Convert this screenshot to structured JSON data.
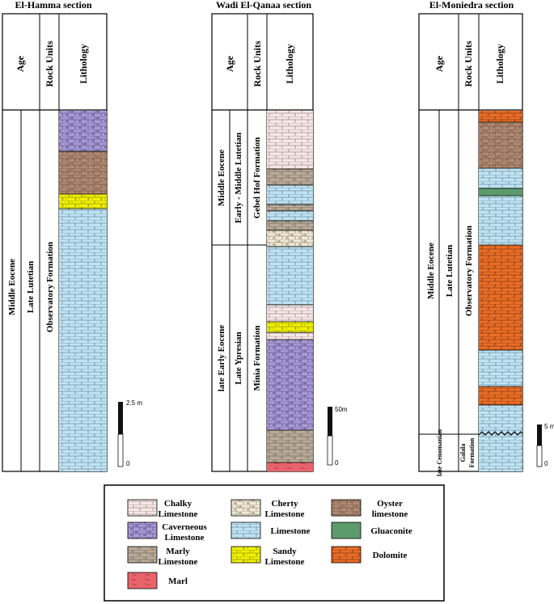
{
  "sections": [
    {
      "title": "El-Hamma section",
      "headers": {
        "age": "Age",
        "rock_units": "Rock Units",
        "lithology": "Lithology"
      },
      "age_main": "Middle Eocene",
      "age_sub": "Late Lutetian",
      "formation": "Observatory Formation",
      "scale": {
        "top": "2.5 m",
        "bottom": "0"
      }
    },
    {
      "title": "Wadi El-Qanaa section",
      "headers": {
        "age": "Age",
        "rock_units": "Rock Units",
        "lithology": "Lithology"
      },
      "upper": {
        "age_main": "Middle Eocene",
        "age_sub": "Early - Middle Lutetian",
        "formation": "Gebel Hof Formation"
      },
      "lower": {
        "age_main": "late Early Eocene",
        "age_sub": "Late Ypresian",
        "formation": "Minia Formation"
      },
      "scale": {
        "top": "50m",
        "bottom": "0"
      }
    },
    {
      "title": "El-Moniedra section",
      "headers": {
        "age": "Age",
        "rock_units": "Rock Units",
        "lithology": "Lithology"
      },
      "age_main": "Middle Eocene",
      "age_sub": "Late Lutetian",
      "formation": "Observatory Formation",
      "bottom_age": "late Cenomanian",
      "bottom_formation_l1": "Galala",
      "bottom_formation_l2": "Formation",
      "scale": {
        "top": "5 m",
        "bottom": "0"
      }
    }
  ],
  "legend": {
    "chalky_l1": "Chalky",
    "chalky_l2": "Limestone",
    "cherty_l1": "Cherty",
    "cherty_l2": "Limestone",
    "oyster_l1": "Oyster",
    "oyster_l2": "limestone",
    "cavern_l1": "Caverneous",
    "cavern_l2": "Limestone",
    "limestone": "Limestone",
    "glauconite": "Gluaconite",
    "marly_l1": "Marly",
    "marly_l2": "Limestone",
    "sandy_l1": "Sandy",
    "sandy_l2": "Limestone",
    "dolomite": "Dolomite",
    "marl": "Marl"
  },
  "colors": {
    "limestone": "#bfe3f2",
    "chalky": "#f6e6e6",
    "caverneous": "#a89ad4",
    "oyster": "#b08a72",
    "marly": "#b9ab98",
    "cherty": "#f2ead6",
    "sandy": "#f2f200",
    "glauconite": "#5d9a6c",
    "dolomite": "#ea6c25",
    "marl": "#e9636b"
  }
}
